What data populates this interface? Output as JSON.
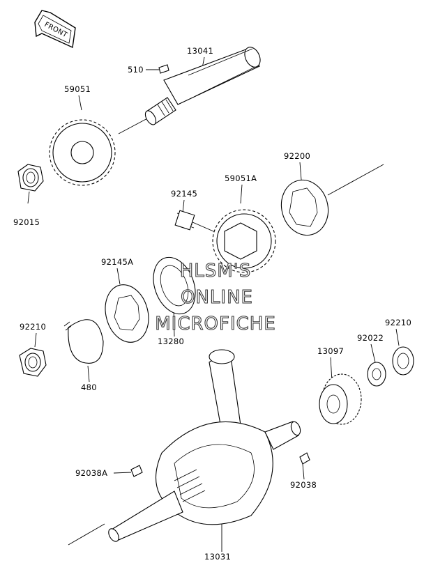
{
  "front_badge": "FRONT",
  "parts": [
    {
      "id": "p13041",
      "text": "13041"
    },
    {
      "id": "p510",
      "text": "510"
    },
    {
      "id": "p59051",
      "text": "59051"
    },
    {
      "id": "p92015",
      "text": "92015"
    },
    {
      "id": "p92200",
      "text": "92200"
    },
    {
      "id": "p92145",
      "text": "92145"
    },
    {
      "id": "p59051A",
      "text": "59051A"
    },
    {
      "id": "p92145A",
      "text": "92145A"
    },
    {
      "id": "p13280",
      "text": "13280"
    },
    {
      "id": "p92210a",
      "text": "92210"
    },
    {
      "id": "p480",
      "text": "480"
    },
    {
      "id": "p92210b",
      "text": "92210"
    },
    {
      "id": "p92022",
      "text": "92022"
    },
    {
      "id": "p13097",
      "text": "13097"
    },
    {
      "id": "p92038A",
      "text": "92038A"
    },
    {
      "id": "p92038",
      "text": "92038"
    },
    {
      "id": "p13031",
      "text": "13031"
    }
  ],
  "watermark": [
    "HLSM'S",
    "ONLINE",
    "MICROFICHE"
  ]
}
